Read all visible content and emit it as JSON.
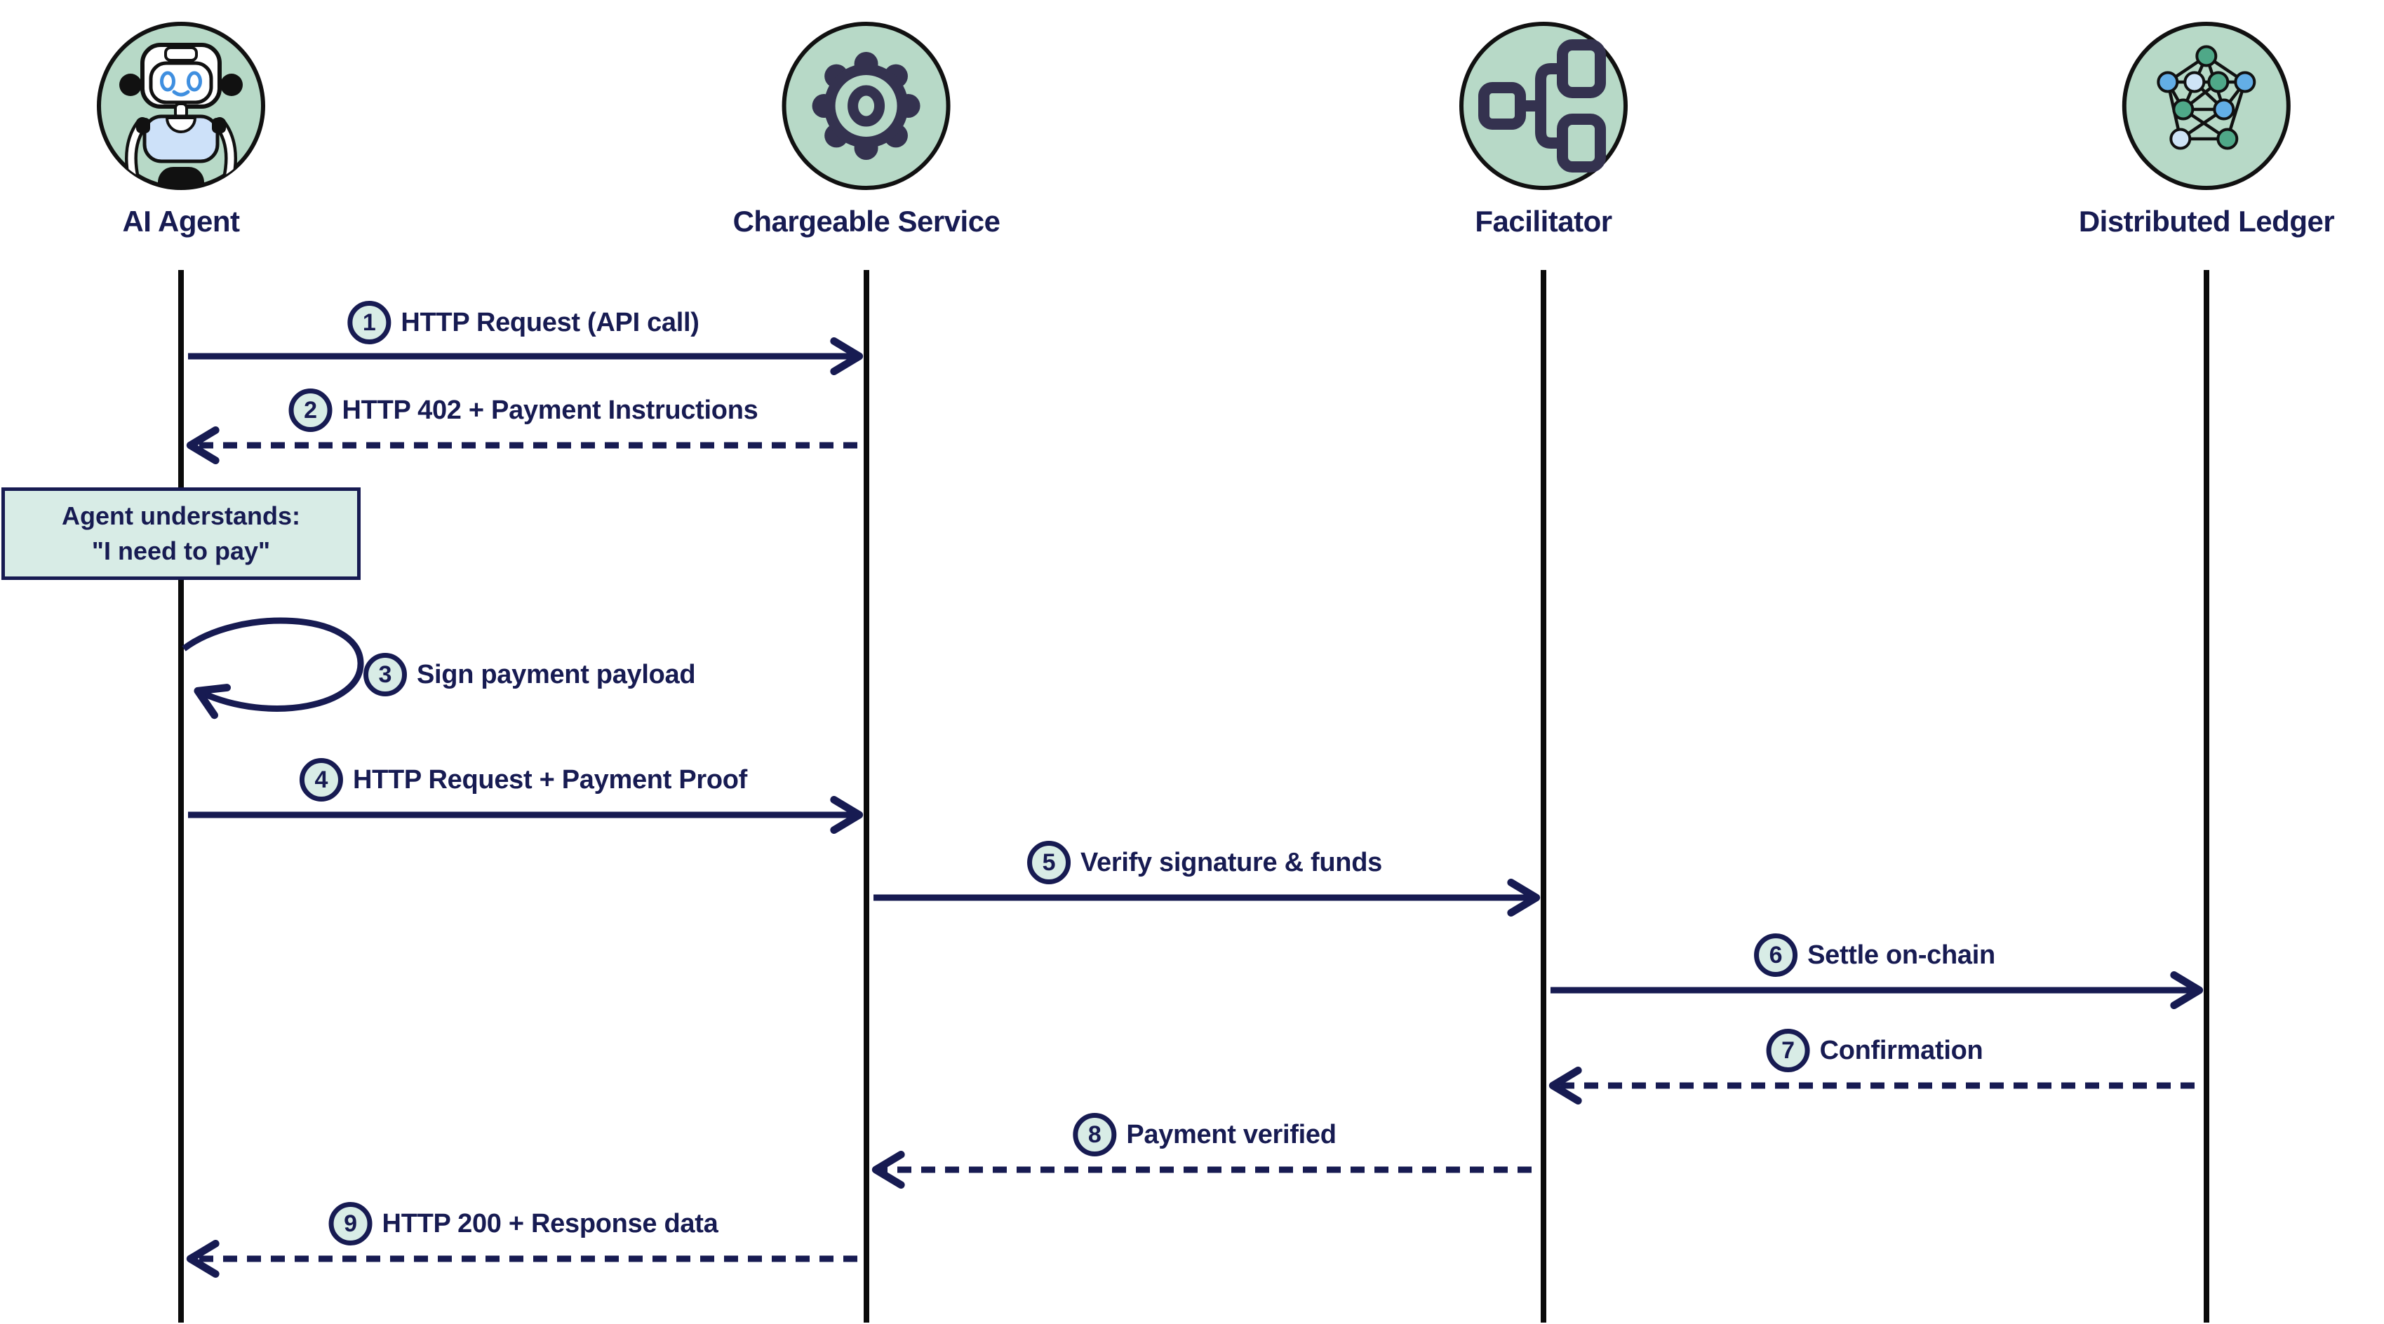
{
  "actors": [
    {
      "label": "AI Agent",
      "icon": "robot-icon"
    },
    {
      "label": "Chargeable Service",
      "icon": "gear-icon"
    },
    {
      "label": "Facilitator",
      "icon": "flowchart-icon"
    },
    {
      "label": "Distributed Ledger",
      "icon": "network-graph-icon"
    }
  ],
  "note": {
    "line1": "Agent understands:",
    "line2": "\"I need to pay\""
  },
  "messages": [
    {
      "num": "1",
      "text": "HTTP Request (API call)",
      "from": "AI Agent",
      "to": "Chargeable Service",
      "line": "solid"
    },
    {
      "num": "2",
      "text": "HTTP 402 + Payment Instructions",
      "from": "Chargeable Service",
      "to": "AI Agent",
      "line": "dashed"
    },
    {
      "num": "3",
      "text": "Sign payment payload",
      "from": "AI Agent",
      "to": "AI Agent",
      "line": "self-loop"
    },
    {
      "num": "4",
      "text": "HTTP Request + Payment Proof",
      "from": "AI Agent",
      "to": "Chargeable Service",
      "line": "solid"
    },
    {
      "num": "5",
      "text": "Verify signature & funds",
      "from": "Chargeable Service",
      "to": "Facilitator",
      "line": "solid"
    },
    {
      "num": "6",
      "text": "Settle on-chain",
      "from": "Facilitator",
      "to": "Distributed Ledger",
      "line": "solid"
    },
    {
      "num": "7",
      "text": "Confirmation",
      "from": "Distributed Ledger",
      "to": "Facilitator",
      "line": "dashed"
    },
    {
      "num": "8",
      "text": "Payment verified",
      "from": "Facilitator",
      "to": "Chargeable Service",
      "line": "dashed"
    },
    {
      "num": "9",
      "text": "HTTP 200 + Response data",
      "from": "Chargeable Service",
      "to": "AI Agent",
      "line": "dashed"
    }
  ],
  "colors": {
    "navy": "#171b52",
    "lifeline": "#0a0a0a",
    "actor_circle_fill": "#b7d9c7",
    "badge_fill": "#d8ece6",
    "note_fill": "#d8ece6",
    "icon_stroke": "#34324f",
    "icon_outline": "#111111",
    "robot_blue": "#3f8fe0",
    "robot_body_blue": "#cde1f9",
    "node_green": "#4fa888",
    "node_blue": "#63aee6",
    "node_light_blue": "#cfe4f6"
  }
}
